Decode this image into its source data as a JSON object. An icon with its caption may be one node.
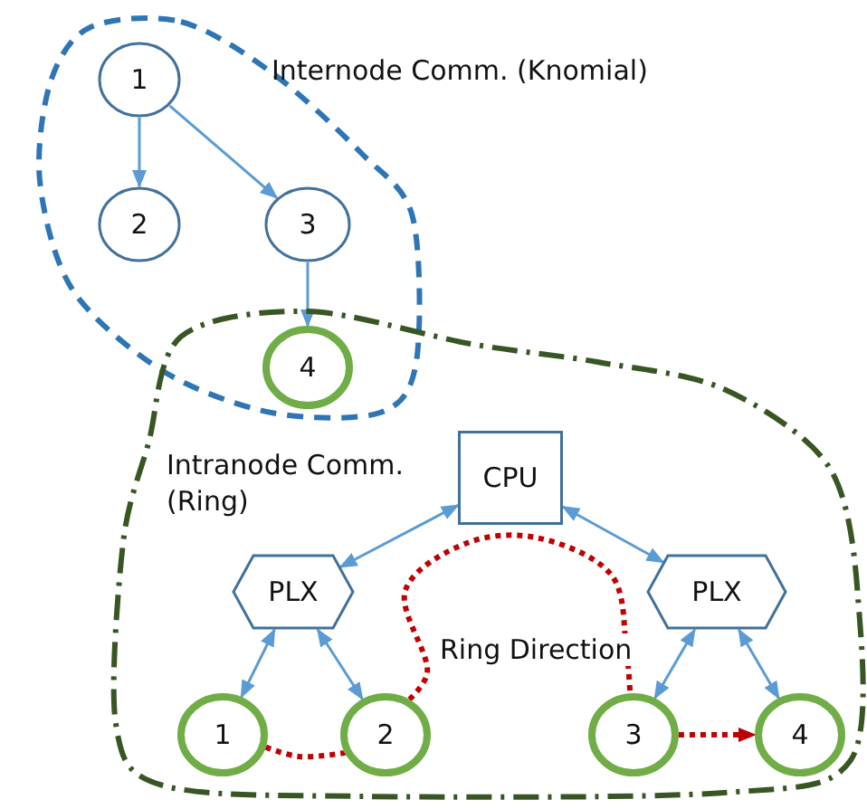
{
  "diagram": {
    "nodes": [
      {
        "text": [
          "Internode Comm. (Knomial)"
        ]
      },
      {
        "text": [
          "1"
        ],
        "in": 0
      },
      {
        "text": [
          "2"
        ],
        "in": 0
      },
      {
        "text": [
          "3"
        ],
        "in": 0
      },
      {
        "text": [
          "4"
        ]
      },
      {
        "text": [
          "Intranode Comm. (Ring)"
        ]
      },
      {
        "text": [
          "CPU"
        ],
        "in": 5
      },
      {
        "text": [
          "PLX"
        ],
        "in": 5
      },
      {
        "text": [
          "PLX"
        ],
        "in": 5
      },
      {
        "text": [
          "1"
        ],
        "in": 5
      },
      {
        "text": [
          "2"
        ],
        "in": 5
      },
      {
        "text": [
          "3"
        ],
        "in": 5
      },
      {
        "text": [
          "4"
        ],
        "in": 5
      }
    ],
    "edges": [
      {
        "from": 1,
        "to": 2,
        "arrow": "to"
      },
      {
        "from": 1,
        "to": 3,
        "arrow": "to"
      },
      {
        "from": 3,
        "to": 4,
        "arrow": "to"
      },
      {
        "from": 6,
        "to": 7,
        "arrow": "both"
      },
      {
        "from": 6,
        "to": 8,
        "arrow": "both"
      },
      {
        "from": 7,
        "to": 9,
        "arrow": "both"
      },
      {
        "from": 7,
        "to": 10,
        "arrow": "both"
      },
      {
        "from": 8,
        "to": 11,
        "arrow": "both"
      },
      {
        "from": 8,
        "to": 12,
        "arrow": "both"
      },
      {
        "from": 9,
        "to": 10,
        "arrow": "none",
        "style": "dashed",
        "color": "#c00000"
      },
      {
        "from": 10,
        "to": 11,
        "arrow": "none",
        "label": "Ring Direction",
        "style": "dashed",
        "color": "#c00000"
      },
      {
        "from": 11,
        "to": 12,
        "arrow": "to",
        "style": "dashed",
        "color": "#c00000"
      }
    ]
  }
}
